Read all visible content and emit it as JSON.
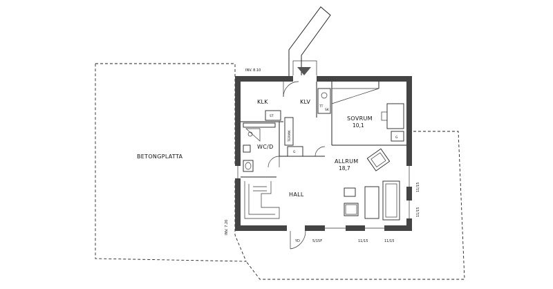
{
  "plan": {
    "levels": {
      "top": "INV. 8.10",
      "left": "INV. 7.20"
    },
    "slab": {
      "label": "BETONGPLATTA"
    },
    "rooms": {
      "klk": {
        "name": "KLK"
      },
      "klv": {
        "name": "KLV"
      },
      "wc": {
        "name": "WC/D"
      },
      "sovrum": {
        "name": "SOVRUM",
        "area": "10,1"
      },
      "allrum": {
        "name": "ALLRUM",
        "area": "18,7"
      },
      "hall": {
        "name": "HALL"
      }
    },
    "fixtures": {
      "termik": "TERMIK",
      "g_left": "G",
      "g_right": "G",
      "st": "ST",
      "tt": "TT",
      "sk": "SK"
    },
    "window_labels": {
      "yd": "YD",
      "bottom_1": "5/15F",
      "bottom_2": "11/15",
      "bottom_3": "11/15",
      "right_1": "11/15",
      "right_2": "11/15"
    }
  }
}
